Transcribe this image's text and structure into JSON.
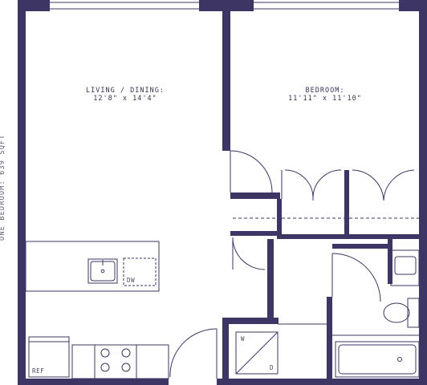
{
  "side_label": "ONE BEDROOM: 639 SQFT",
  "rooms": {
    "living": {
      "name": "LIVING / DINING:",
      "size": "12'8\" x 14'4\""
    },
    "bedroom": {
      "name": "BEDROOM:",
      "size": "11'11\" x 11'10\""
    }
  },
  "appliances": {
    "dishwasher": "DW",
    "refrigerator": "REF",
    "washer": "W",
    "dryer": "D"
  },
  "colors": {
    "wall": "#3d3563",
    "line": "#3d3563",
    "text": "#3a3552"
  }
}
